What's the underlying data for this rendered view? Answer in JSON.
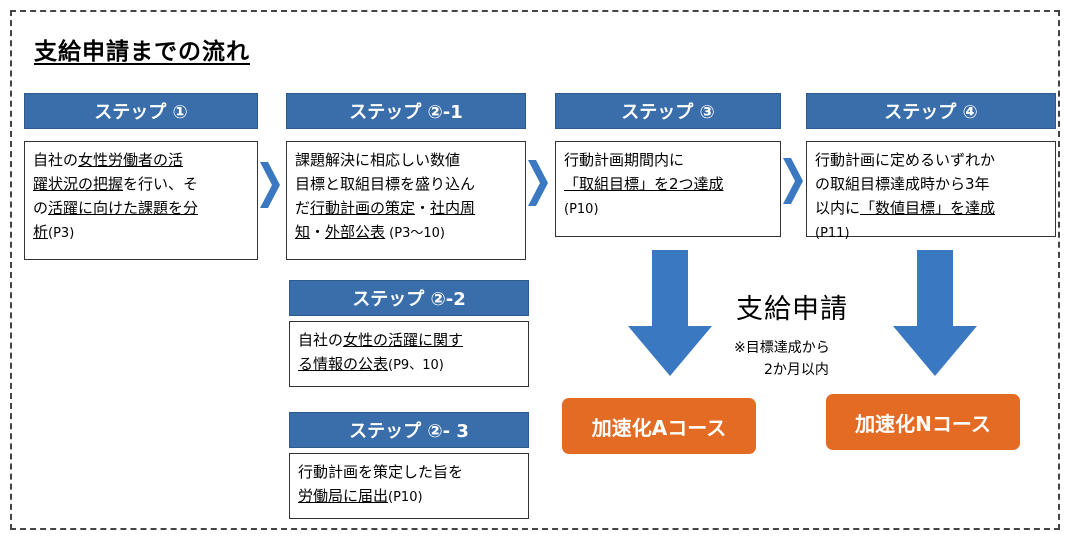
{
  "title": "支給申請までの流れ",
  "steps": {
    "s1": {
      "header": "ステップ ①",
      "lines": [
        [
          {
            "t": "自社の"
          },
          {
            "t": "女性労働者の活",
            "u": true
          }
        ],
        [
          {
            "t": "躍状況の把握",
            "u": true
          },
          {
            "t": "を行い、そ"
          }
        ],
        [
          {
            "t": "の"
          },
          {
            "t": "活躍に向けた課題を分",
            "u": true
          }
        ],
        [
          {
            "t": "析",
            "u": true
          },
          {
            "t": "(P3)",
            "ref": true
          }
        ]
      ]
    },
    "s2_1": {
      "header": "ステップ ②-1",
      "lines": [
        [
          {
            "t": "課題解決に相応しい数値"
          }
        ],
        [
          {
            "t": "目標と取組目標を盛り込ん"
          }
        ],
        [
          {
            "t": "だ"
          },
          {
            "t": "行動計画の策定",
            "u": true
          },
          {
            "t": "・"
          },
          {
            "t": "社内周",
            "u": true
          }
        ],
        [
          {
            "t": "知",
            "u": true
          },
          {
            "t": "・"
          },
          {
            "t": "外部公表",
            "u": true
          },
          {
            "t": " (P3～10)",
            "ref": true
          }
        ]
      ]
    },
    "s2_2": {
      "header": "ステップ ②-2",
      "lines": [
        [
          {
            "t": "自社の"
          },
          {
            "t": "女性の活躍に関す",
            "u": true
          }
        ],
        [
          {
            "t": "る情報の公表",
            "u": true
          },
          {
            "t": "(P9、10)",
            "ref": true
          }
        ]
      ]
    },
    "s2_3": {
      "header": "ステップ ②- 3",
      "lines": [
        [
          {
            "t": "行動計画を策定した旨を"
          }
        ],
        [
          {
            "t": "労働局に届出",
            "u": true
          },
          {
            "t": "(P10)",
            "ref": true
          }
        ]
      ]
    },
    "s3": {
      "header": "ステップ ③",
      "lines": [
        [
          {
            "t": "行動計画期間内に"
          }
        ],
        [
          {
            "t": "「取組目標」を2つ達成",
            "u": true
          }
        ],
        [
          {
            "t": "(P10)",
            "ref": true
          }
        ]
      ]
    },
    "s4": {
      "header": "ステップ ④",
      "lines": [
        [
          {
            "t": "行動計画に定めるいずれか"
          }
        ],
        [
          {
            "t": "の取組目標達成時から3年"
          }
        ],
        [
          {
            "t": "以内に"
          },
          {
            "t": "「数値目標」を達成",
            "u": true
          }
        ],
        [
          {
            "t": "(P11)",
            "ref": true
          }
        ]
      ]
    }
  },
  "application": {
    "label": "支給申請",
    "note_line1": "※目標達成から",
    "note_line2": "2か月以内"
  },
  "courses": {
    "a": "加速化Aコース",
    "n": "加速化Nコース"
  },
  "colors": {
    "header_blue": "#3a6eab",
    "arrow_blue": "#3b78c2",
    "course_orange": "#e36b23"
  }
}
